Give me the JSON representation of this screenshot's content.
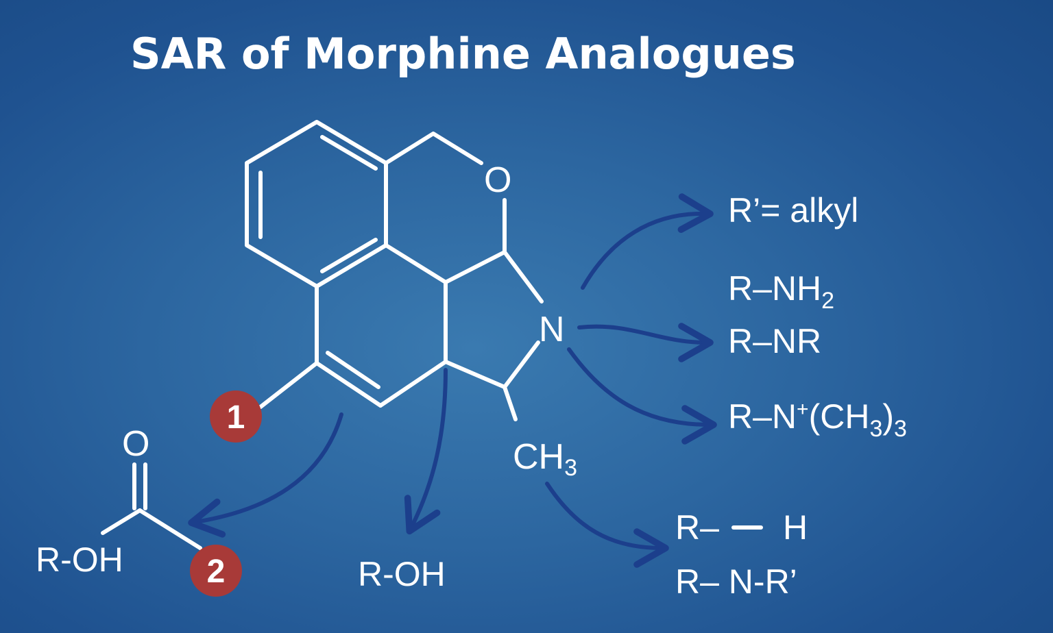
{
  "title": "SAR of Morphine Analogues",
  "structure": {
    "ring_oxygen": "O",
    "nitrogen": "N",
    "methyl": {
      "main": "CH",
      "sub": "3"
    }
  },
  "markers": {
    "one": "1",
    "two": "2"
  },
  "substitutions": {
    "alkyl": "R’= alkyl",
    "nh2": {
      "main": "R–NH",
      "sub": "2"
    },
    "nr": "R–NR",
    "quat": {
      "main": "R–N",
      "sup": "+",
      "mid": "(CH",
      "sub1": "3",
      "close": ")",
      "sub2": "3"
    },
    "r_h_1": "R–",
    "r_h_2": "H",
    "r_nr": "R– N-R’",
    "middle_oh": "R-OH"
  },
  "carbonyl": {
    "oxygen": "O",
    "r_oh": "R-OH"
  },
  "colors": {
    "background": "#2c66a0",
    "arrow": "#1c3f8c",
    "marker": "#a83a38",
    "text": "#ffffff"
  }
}
